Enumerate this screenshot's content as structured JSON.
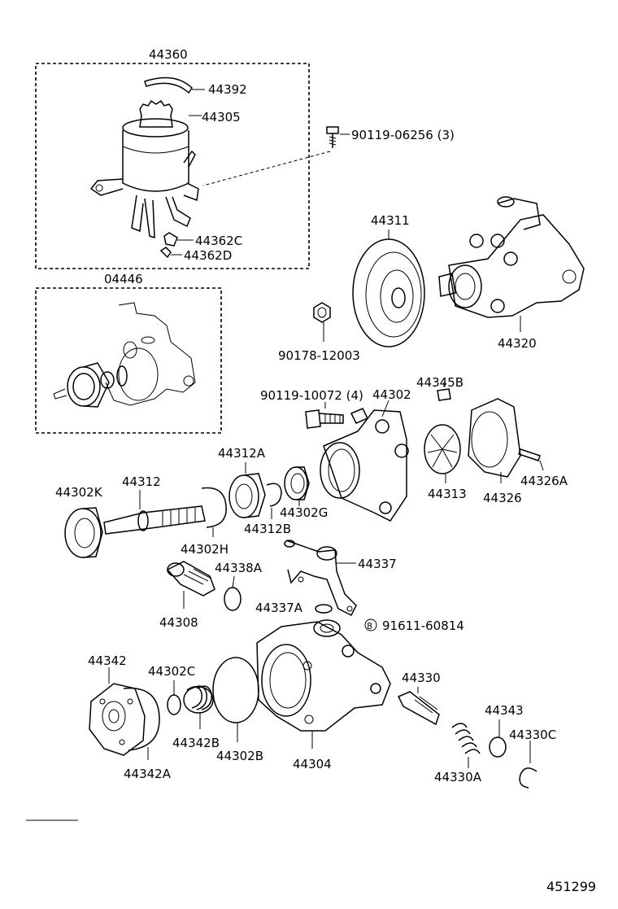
{
  "diagram_id": "451299",
  "labels": {
    "l44360": "44360",
    "l44392": "44392",
    "l44305": "44305",
    "l90119_06256": "90119-06256 (3)",
    "l44362C": "44362C",
    "l44362D": "44362D",
    "l04446": "04446",
    "l44311": "44311",
    "l44320": "44320",
    "l90178_12003": "90178-12003",
    "l90119_10072": "90119-10072 (4)",
    "l44302": "44302",
    "l44345B": "44345B",
    "l44312A": "44312A",
    "l44312": "44312",
    "l44302K": "44302K",
    "l44313": "44313",
    "l44326": "44326",
    "l44326A": "44326A",
    "l44302G": "44302G",
    "l44312B": "44312B",
    "l44302H": "44302H",
    "l44338A": "44338A",
    "l44337": "44337",
    "l44308": "44308",
    "l44337A": "44337A",
    "l91611_60814": "91611-60814",
    "l44342": "44342",
    "l44302C": "44302C",
    "l44330": "44330",
    "l44343": "44343",
    "l44330C": "44330C",
    "l44342B": "44342B",
    "l44302B": "44302B",
    "l44304": "44304",
    "l44330A": "44330A",
    "l44342A": "44342A"
  },
  "badge_8": "8"
}
